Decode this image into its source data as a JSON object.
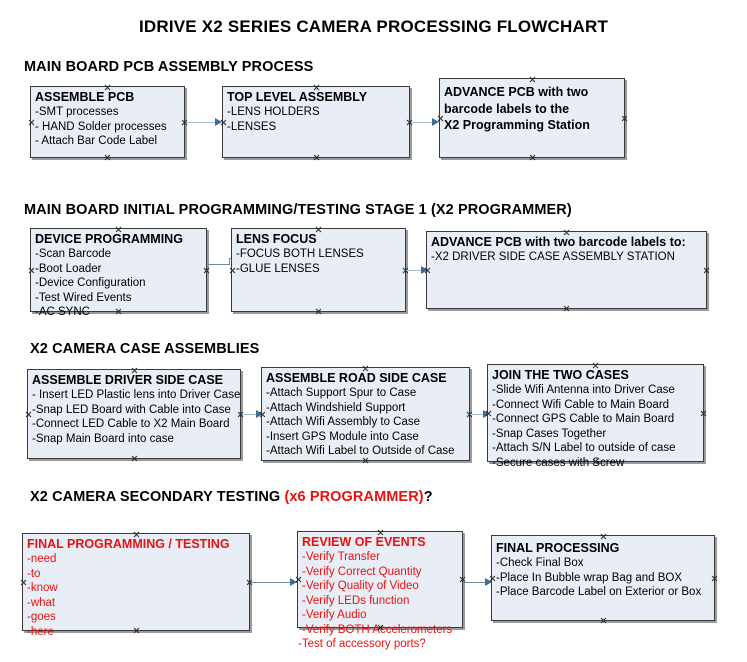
{
  "document": {
    "title": "IDRIVE X2  SERIES CAMERA PROCESSING FLOWCHART",
    "accent_color": "#e8120f",
    "box_fill": "#e8edf6",
    "box_border": "#3a3a3a",
    "connector_color": "#a8bcd0"
  },
  "sections": [
    {
      "heading": "MAIN BOARD PCB ASSEMBLY PROCESS",
      "heading_accent": "",
      "heading_tail": "",
      "boxes": [
        {
          "title": "ASSEMBLE PCB",
          "lines": [
            "-SMT processes",
            "- HAND Solder processes",
            "- Attach Bar Code Label"
          ],
          "style": "normal"
        },
        {
          "title": "TOP LEVEL ASSEMBLY",
          "lines": [
            "-LENS HOLDERS",
            "-LENSES"
          ],
          "style": "normal"
        },
        {
          "title": "ADVANCE PCB with two",
          "lines": [
            "barcode labels to the",
            " X2 Programming Station"
          ],
          "style": "allbold"
        }
      ]
    },
    {
      "heading": "MAIN BOARD INITIAL PROGRAMMING/TESTING STAGE 1 (X2 PROGRAMMER)",
      "heading_accent": "",
      "heading_tail": "",
      "boxes": [
        {
          "title": "DEVICE PROGRAMMING",
          "lines": [
            "-Scan Barcode",
            "-Boot Loader",
            "-Device Configuration",
            "-Test Wired Events",
            "-AC SYNC"
          ],
          "style": "normal"
        },
        {
          "title": "LENS FOCUS",
          "lines": [
            "-FOCUS BOTH LENSES",
            "-GLUE LENSES"
          ],
          "style": "normal"
        },
        {
          "title": "ADVANCE PCB with two barcode labels to:",
          "lines": [
            "-X2 DRIVER  SIDE  CASE  ASSEMBLY STATION"
          ],
          "style": "normal"
        }
      ]
    },
    {
      "heading": "X2 CAMERA CASE ASSEMBLIES",
      "heading_accent": "",
      "heading_tail": "",
      "boxes": [
        {
          "title": "ASSEMBLE DRIVER SIDE CASE",
          "lines": [
            "- Insert LED Plastic lens into Driver Case",
            "-Snap LED Board with Cable into Case",
            "-Connect LED Cable to X2 Main Board",
            "-Snap Main Board into case"
          ],
          "style": "normal"
        },
        {
          "title": "ASSEMBLE ROAD SIDE CASE",
          "lines": [
            "-Attach Support Spur to Case",
            "-Attach Windshield Support",
            "-Attach Wifi Assembly to Case",
            "-Insert GPS Module into Case",
            "-Attach Wifi Label to Outside of Case"
          ],
          "style": "normal"
        },
        {
          "title": "JOIN THE TWO CASES",
          "lines": [
            "-Slide Wifi Antenna into Driver Case",
            "-Connect Wifi Cable to Main Board",
            "-Connect GPS Cable to Main Board",
            "-Snap Cases Together",
            "-Attach S/N Label to outside of case",
            "-Secure cases with Screw"
          ],
          "style": "normal"
        }
      ]
    },
    {
      "heading": "X2 CAMERA SECONDARY TESTING ",
      "heading_accent": "(x6 PROGRAMMER)",
      "heading_tail": "?",
      "boxes": [
        {
          "title": "FINAL PROGRAMMING / TESTING",
          "lines": [
            "-need",
            "-to",
            "-know",
            "-what",
            "-goes",
            "-here"
          ],
          "style": "red"
        },
        {
          "title": "REVIEW OF EVENTS",
          "lines": [
            "-Verify Transfer",
            "-Verify Correct Quantity",
            "-Verify Quality of Video",
            "-Verify LEDs function",
            "-Verify Audio",
            "-Verify BOTH Accelerometers",
            "-Test of accessory ports?"
          ],
          "style": "red"
        },
        {
          "title": "FINAL PROCESSING",
          "lines": [
            " -Check Final Box",
            "-Place In Bubble wrap Bag and BOX",
            "-Place Barcode Label on Exterior or Box"
          ],
          "style": "normal"
        }
      ]
    }
  ]
}
